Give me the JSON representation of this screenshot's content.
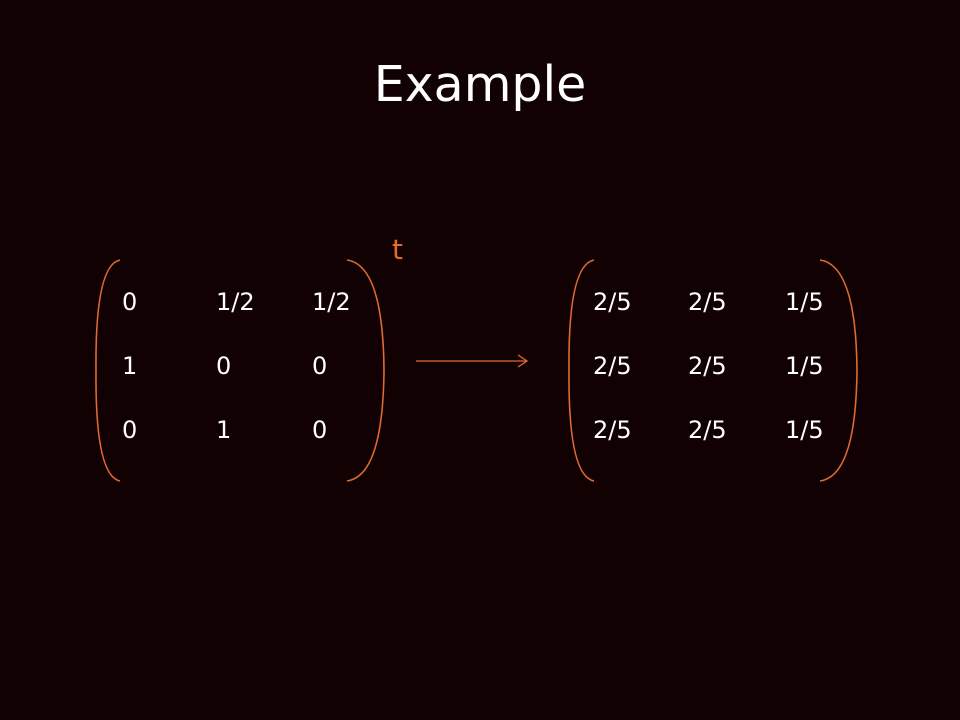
{
  "slide": {
    "title": "Example"
  },
  "diagram": {
    "arrow_label": "t",
    "left_matrix": [
      [
        "0",
        "1/2",
        "1/2"
      ],
      [
        "1",
        "0",
        "0"
      ],
      [
        "0",
        "1",
        "0"
      ]
    ],
    "right_matrix": [
      [
        "2/5",
        "2/5",
        "1/5"
      ],
      [
        "2/5",
        "2/5",
        "1/5"
      ],
      [
        "2/5",
        "2/5",
        "1/5"
      ]
    ],
    "colors": {
      "background": "#120103",
      "accent": "#e06a2f",
      "text": "#ffffff"
    }
  }
}
